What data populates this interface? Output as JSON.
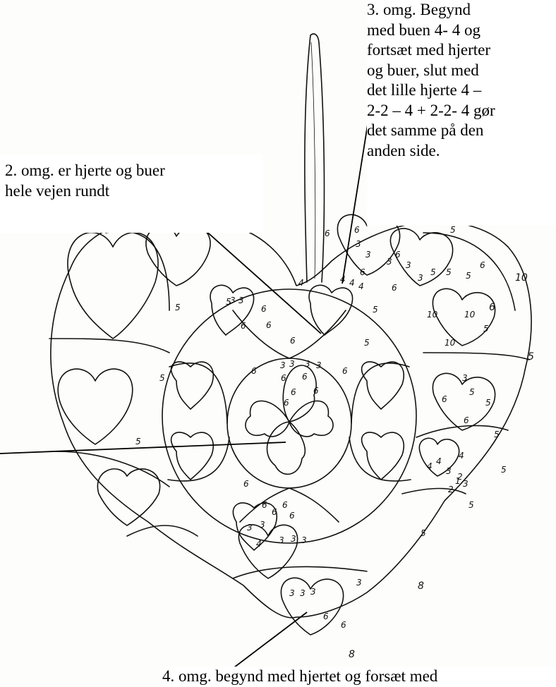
{
  "labels": {
    "round3": "3. omg. Begynd\nmed buen 4- 4 og\nfortsæt med hjerter\nog buer, slut med\ndet lille hjerte 4 –\n2-2 – 4 + 2-2- 4 gør\ndet samme på den\nanden side.",
    "round2": "2. omg. er hjerte og buer\nhele vejen rundt",
    "round4": "4. omg. begynd med hjertet og forsæt med"
  },
  "stitch_counts": {
    "top_center": [
      "6",
      "4",
      "4",
      "4",
      "6",
      "5"
    ],
    "top_left": [
      "4",
      "3",
      "3",
      "5",
      "6",
      "6",
      "6",
      "6"
    ],
    "top_right": [
      "5",
      "5",
      "5",
      "3",
      "3",
      "3",
      "3",
      "3",
      "6",
      "6",
      "6"
    ],
    "right_big": [
      "5",
      "6",
      "10",
      "10",
      "10",
      "5",
      "10",
      "6",
      "5"
    ],
    "center": [
      "3",
      "3",
      "3",
      "3",
      "6",
      "6",
      "6",
      "6",
      "6"
    ],
    "left_mid": [
      "6",
      "6",
      "5",
      "5",
      "5",
      "5"
    ],
    "right_mid": [
      "6",
      "3",
      "5",
      "6",
      "5",
      "5",
      "4",
      "4",
      "4",
      "3",
      "2",
      "2",
      "1",
      "3",
      "5",
      "5",
      "5"
    ],
    "bottom_center": [
      "6",
      "6",
      "6",
      "3",
      "3",
      "4",
      "3",
      "3",
      "3",
      "6",
      "6"
    ],
    "bottom": [
      "8",
      "3",
      "3",
      "3",
      "3",
      "6",
      "6",
      "8"
    ]
  }
}
